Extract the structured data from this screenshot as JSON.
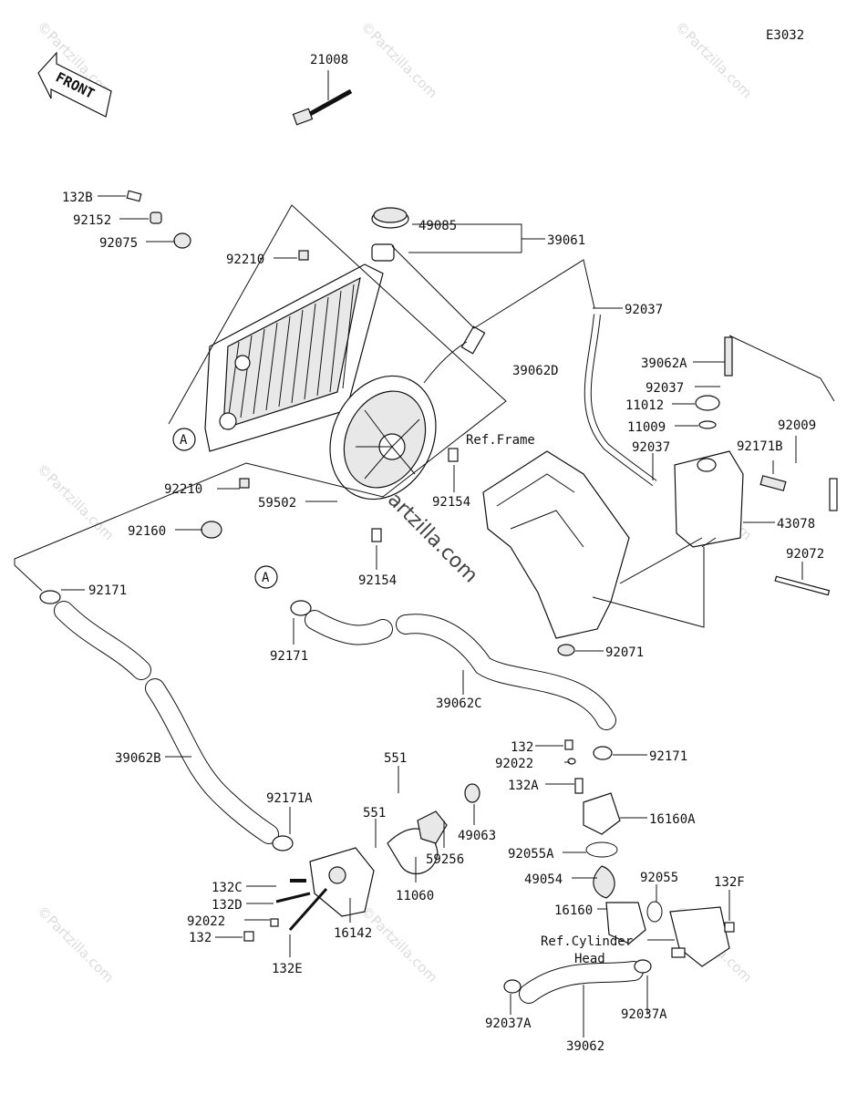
{
  "diagram_code": "E3032",
  "front_label": "FRONT",
  "watermark": "©Partzilla.com",
  "center_watermark": "©Partzilla.com",
  "callout_a": "A",
  "labels": {
    "p21008": "21008",
    "p132B": "132B",
    "p92152": "92152",
    "p92075": "92075",
    "p92210_top": "92210",
    "p49085": "49085",
    "p39061": "39061",
    "p92037_top": "92037",
    "p39062A": "39062A",
    "p92037_b": "92037",
    "p39062D": "39062D",
    "p11012": "11012",
    "p11009": "11009",
    "p92009": "92009",
    "p92037_c": "92037",
    "p92171B": "92171B",
    "ref_frame": "Ref.Frame",
    "p43078": "43078",
    "p92154_a": "92154",
    "p92210_b": "92210",
    "p59502": "59502",
    "p92160": "92160",
    "p92154_b": "92154",
    "p92072": "92072",
    "p92171_a": "92171",
    "p92171_b": "92171",
    "p92071": "92071",
    "p39062C": "39062C",
    "p132": "132",
    "p92022": "92022",
    "p92171_c": "92171",
    "p39062B": "39062B",
    "p551_a": "551",
    "p132A": "132A",
    "p16160A": "16160A",
    "p92171A": "92171A",
    "p551_b": "551",
    "p49063": "49063",
    "p92055A": "92055A",
    "p59256": "59256",
    "p49054": "49054",
    "p92055": "92055",
    "p132F": "132F",
    "p132C": "132C",
    "p11060": "11060",
    "p16160": "16160",
    "p132D": "132D",
    "p92022_b": "92022",
    "ref_cyl_1": "Ref.Cylinder",
    "ref_cyl_2": "Head",
    "p16142": "16142",
    "p132_b": "132",
    "p132E": "132E",
    "p92037A_a": "92037A",
    "p92037A_b": "92037A",
    "p39062": "39062"
  }
}
